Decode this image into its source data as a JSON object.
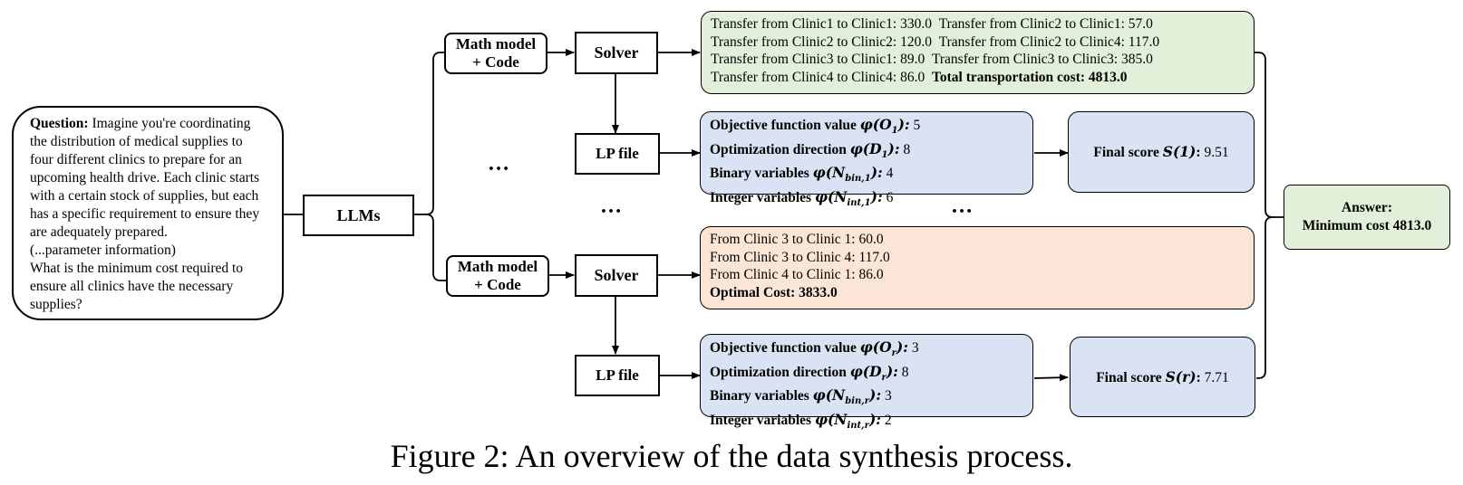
{
  "question": {
    "label": "Question:",
    "body": "Imagine you're coordinating the distribution of medical supplies to four different clinics to prepare for an upcoming health drive. Each clinic starts with a certain stock of supplies, but each has a specific requirement to ensure they are adequately prepared.",
    "params": "(...parameter information)",
    "ask": "What is the minimum cost required to ensure all clinics have the necessary supplies?"
  },
  "llms": "LLMs",
  "math_model_1": [
    "Math model",
    "+ Code"
  ],
  "math_model_2": [
    "Math model",
    "+ Code"
  ],
  "solver_1": "Solver",
  "solver_2": "Solver",
  "lp_file_1": "LP file",
  "lp_file_2": "LP file",
  "result_1": {
    "lines": [
      "Transfer from Clinic1 to Clinic1: 330.0",
      "Transfer from Clinic2 to Clinic1: 57.0",
      "Transfer from Clinic2 to Clinic2: 120.0",
      "Transfer from Clinic2 to Clinic4: 117.0",
      "Transfer from Clinic3 to Clinic1: 89.0",
      "Transfer from Clinic3 to Clinic3: 385.0",
      "Transfer from Clinic4 to Clinic4: 86.0"
    ],
    "total": "Total transportation cost: 4813.0"
  },
  "result_2": {
    "lines": [
      "From Clinic 3 to Clinic 1: 60.0",
      "From Clinic 3 to Clinic 4: 117.0",
      "From Clinic 4 to Clinic 1: 86.0"
    ],
    "total": "Optimal Cost: 3833.0"
  },
  "metrics_1": [
    {
      "label": "Objective function value",
      "sym": "φ(O",
      "sub": "1",
      "value": "5"
    },
    {
      "label": "Optimization direction",
      "sym": "φ(D",
      "sub": "1",
      "value": "8"
    },
    {
      "label": "Binary variables",
      "sym": "φ(N",
      "sub": "bin,1",
      "value": "4"
    },
    {
      "label": "Integer variables",
      "sym": "φ(N",
      "sub": "int,1",
      "value": "6"
    }
  ],
  "metrics_2": [
    {
      "label": "Objective function value",
      "sym": "φ(O",
      "sub": "r",
      "value": "3"
    },
    {
      "label": "Optimization direction",
      "sym": "φ(D",
      "sub": "r",
      "value": "8"
    },
    {
      "label": "Binary variables",
      "sym": "φ(N",
      "sub": "bin,r",
      "value": "3"
    },
    {
      "label": "Integer variables",
      "sym": "φ(N",
      "sub": "int,r",
      "value": "2"
    }
  ],
  "score_1": {
    "label": "Final score",
    "sym": "S(1)",
    "value": "9.51"
  },
  "score_2": {
    "label": "Final score",
    "sym": "S(r)",
    "value": "7.71"
  },
  "answer": {
    "title": "Answer:",
    "value": "Minimum cost 4813.0"
  },
  "ellipsis": "…",
  "caption": "Figure 2: An overview of the data synthesis process.",
  "colors": {
    "green": "#e2f0d9",
    "blue": "#dae3f3",
    "orange": "#fbe5d6"
  }
}
